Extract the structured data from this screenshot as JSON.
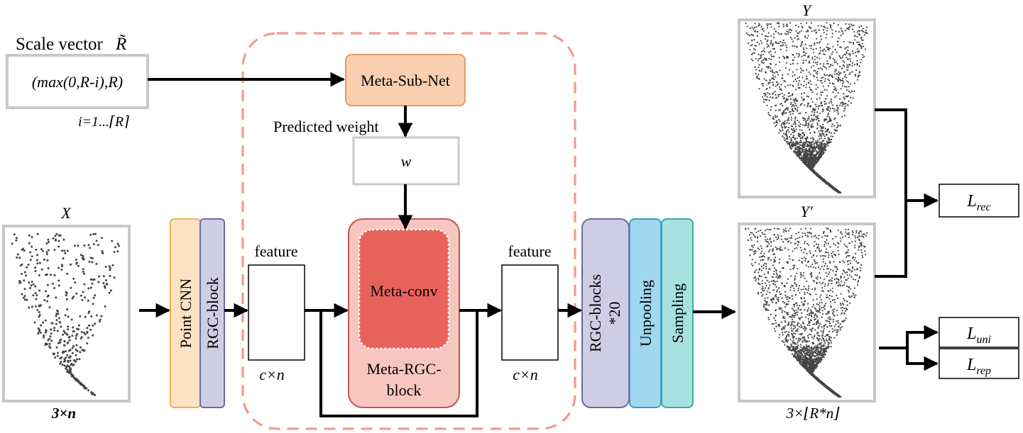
{
  "scale_vector": {
    "label": "Scale vector",
    "symbol": "R̃",
    "expression": "(max(0,R-i),R)",
    "index_range": "i=1...⌈R⌉"
  },
  "meta_sub_net": {
    "label": "Meta-Sub-Net"
  },
  "predicted_weight": {
    "label": "Predicted weight",
    "symbol": "w"
  },
  "meta_rgc_block": {
    "inner_label": "Meta-conv",
    "outer_label_line1": "Meta-RGC-",
    "outer_label_line2": "block"
  },
  "input": {
    "label": "X",
    "dims": "3×n"
  },
  "point_cnn": {
    "label": "Point CNN"
  },
  "rgc_block": {
    "label": "RGC-block"
  },
  "feature_in": {
    "label": "feature",
    "dims": "c×n"
  },
  "feature_out": {
    "label": "feature",
    "dims": "c×n"
  },
  "rgc_blocks20": {
    "line1": "RGC-blocks",
    "line2": "*20"
  },
  "unpooling": {
    "label": "Unpooling"
  },
  "sampling": {
    "label": "Sampling"
  },
  "ground_truth": {
    "label": "Y"
  },
  "output": {
    "label": "Y′",
    "dims": "3×⌊R*n⌋"
  },
  "losses": [
    {
      "base": "L",
      "sub": "rec"
    },
    {
      "base": "L",
      "sub": "uni"
    },
    {
      "base": "L",
      "sub": "rep"
    }
  ],
  "colors": {
    "meta_sub_net_fill": "#f9cfb0",
    "meta_sub_net_stroke": "#e49a64",
    "point_cnn_fill": "#fde2c4",
    "point_cnn_stroke": "#e8b54c",
    "rgc_fill": "#cfcde3",
    "rgc_stroke": "#6b6aa3",
    "meta_rgc_fill": "#f8c6c0",
    "meta_rgc_stroke": "#c2574d",
    "meta_conv_fill": "#e8625c",
    "unpooling_fill": "#9fd8ef",
    "unpooling_stroke": "#3c9bc4",
    "sampling_fill": "#a6e1e0",
    "sampling_stroke": "#3aaaa8",
    "dashed_region": "#f19b96",
    "gray_border": "#c8c8c8"
  }
}
